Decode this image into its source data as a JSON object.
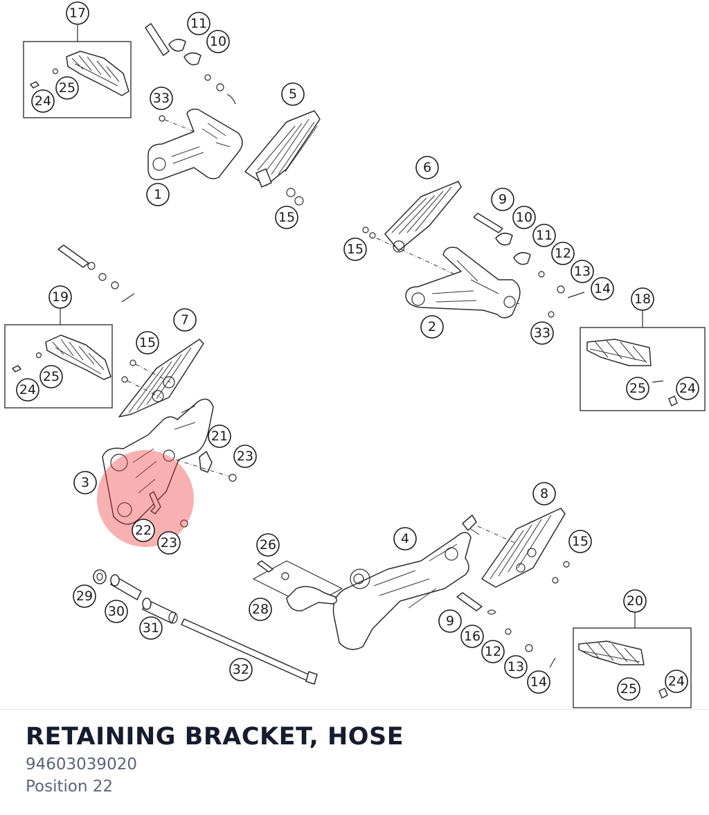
{
  "diagram": {
    "highlight_color": "#ee3b3b",
    "callouts": [
      "17",
      "11",
      "10",
      "25",
      "24",
      "33",
      "5",
      "1",
      "15",
      "6",
      "9",
      "10",
      "11",
      "12",
      "13",
      "14",
      "15",
      "2",
      "33",
      "18",
      "25",
      "24",
      "19",
      "7",
      "15",
      "25",
      "24",
      "21",
      "23",
      "3",
      "22",
      "23",
      "26",
      "4",
      "8",
      "15",
      "28",
      "29",
      "30",
      "31",
      "9",
      "16",
      "12",
      "13",
      "14",
      "20",
      "24",
      "25",
      "32"
    ]
  },
  "part": {
    "name": "RETAINING BRACKET, HOSE",
    "number": "94603039020",
    "position_label": "Position 22"
  }
}
